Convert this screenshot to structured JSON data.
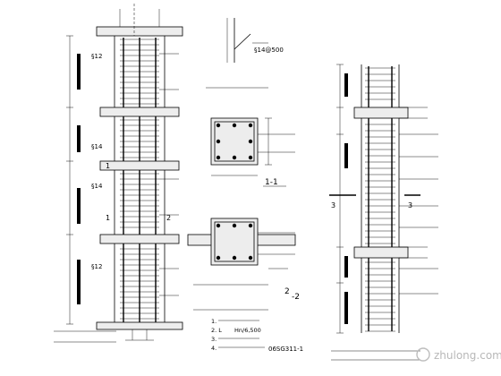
{
  "left_column": {
    "bar_label_1": "§12",
    "bar_label_2": "§14",
    "bar_label_3": "§14",
    "bar_label_4": "§12",
    "cut_mark_1": "1",
    "cut_mark_2": "2",
    "cut_mark_1b": "1"
  },
  "top_detail": {
    "dimension": "§14@500"
  },
  "section_1": {
    "cut_label": "1-1"
  },
  "section_2": {
    "cut_label": "-2",
    "cut_label_lead": "2"
  },
  "notes": {
    "item_1": "1.",
    "item_2": "2. L",
    "item_2_value": "Hn/6,500",
    "item_3": "3.",
    "item_4": "4.",
    "item_4_ref": "06SG311-1"
  },
  "right_column": {
    "cut_mark_3": "3",
    "cut_mark_3b": "3"
  },
  "watermark": {
    "url": "zhulong.com"
  }
}
